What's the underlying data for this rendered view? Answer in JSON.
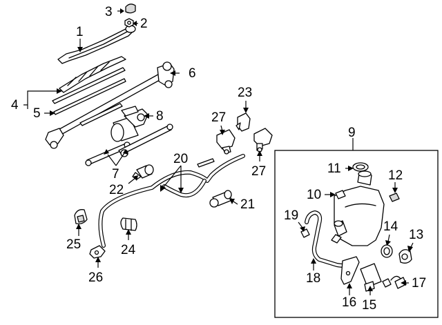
{
  "diagram": {
    "callouts": [
      "1",
      "2",
      "3",
      "4",
      "5",
      "6",
      "7",
      "8",
      "9",
      "10",
      "11",
      "12",
      "13",
      "14",
      "15",
      "16",
      "17",
      "18",
      "19",
      "20",
      "21",
      "22",
      "23",
      "24",
      "25",
      "26",
      "27",
      "27"
    ]
  }
}
